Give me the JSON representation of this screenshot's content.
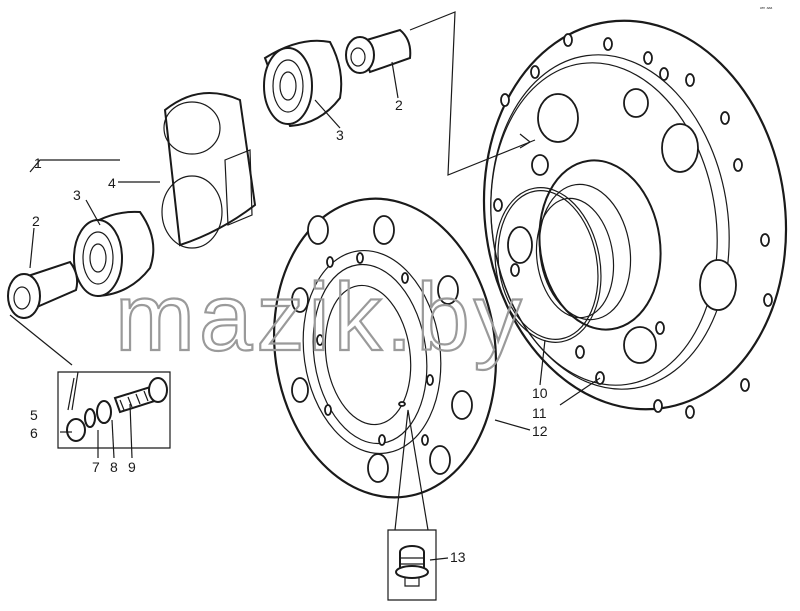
{
  "labels": {
    "l1": "1",
    "l2a": "2",
    "l2b": "2",
    "l3a": "3",
    "l3b": "3",
    "l4": "4",
    "l5": "5",
    "l6": "6",
    "l7": "7",
    "l8": "8",
    "l9": "9",
    "l10": "10",
    "l11": "11",
    "l12": "12",
    "l13": "13"
  },
  "watermark": "mazik.by",
  "corner_mark": "ʷᵐ ᵃᵃᵃ"
}
